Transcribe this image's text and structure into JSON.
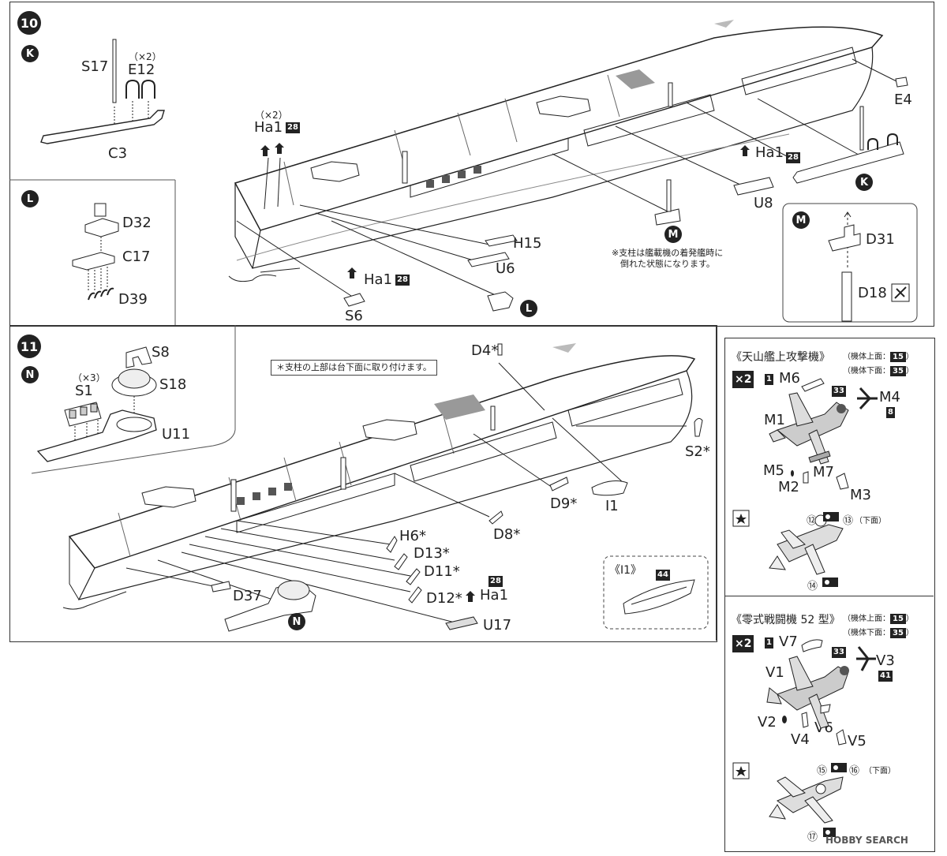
{
  "step10": {
    "number": "10",
    "sub_k": "K",
    "sub_l": "L",
    "sub_m": "M",
    "k_parts": {
      "s17": "S17",
      "x2": "（×2）",
      "e12": "E12",
      "c3": "C3"
    },
    "l_parts": {
      "d32": "D32",
      "c17": "C17",
      "d39": "D39"
    },
    "m_parts": {
      "d31": "D31",
      "d18": "D18"
    },
    "hull_labels": {
      "x2": "（×2）",
      "ha1_a": "Ha1",
      "box28_a": "28",
      "e4": "E4",
      "ha1_b": "Ha1",
      "box28_b": "28",
      "u8": "U8",
      "h15": "H15",
      "u6": "U6",
      "ha1_c": "Ha1",
      "box28_c": "28",
      "s6": "S6",
      "note_line1": "※支柱は艦載機の着発艦時に",
      "note_line2": "倒れた状態になります。"
    }
  },
  "step11": {
    "number": "11",
    "sub_n": "N",
    "n_parts": {
      "s8": "S8",
      "x3": "（×3）",
      "s1": "S1",
      "s18": "S18",
      "u11": "U11"
    },
    "note": "＊支柱の上部は台下面に取り付けます。",
    "labels": {
      "d4": "D4*",
      "s2": "S2*",
      "d9": "D9*",
      "i1": "I1",
      "d8": "D8*",
      "h6": "H6*",
      "d13": "D13*",
      "d11": "D11*",
      "d12": "D12*",
      "ha1": "Ha1",
      "box28": "28",
      "u17": "U17",
      "d37": "D37"
    },
    "inset": {
      "title": "《I1》",
      "box44": "44"
    }
  },
  "tenzan": {
    "title": "《天山艦上攻撃機》",
    "upper": "（機体上面：",
    "upper_num": "15",
    "close1": "）",
    "lower": "（機体下面：",
    "lower_num": "35",
    "close2": "）",
    "x2": "×2",
    "box1": "1",
    "m6": "M6",
    "box33": "33",
    "m4": "M4",
    "box8": "8",
    "m1": "M1",
    "m5": "M5",
    "m2": "M2",
    "m7": "M7",
    "m3": "M3",
    "d12": "⑫",
    "d13": "⑬",
    "under": "（下面）",
    "d14": "⑭"
  },
  "zero": {
    "title": "《零式戦闘機 52 型》",
    "upper": "（機体上面：",
    "upper_num": "15",
    "close1": "）",
    "lower": "（機体下面：",
    "lower_num": "35",
    "close2": "）",
    "x2": "×2",
    "box1": "1",
    "v7": "V7",
    "box33": "33",
    "v3": "V3",
    "box41": "41",
    "v1": "V1",
    "v2": "V2",
    "v4": "V4",
    "v6": "V6",
    "v5": "V5",
    "d15": "⑮",
    "d16": "⑯",
    "under": "（下面）",
    "d17": "⑰"
  },
  "watermark": "HOBBY SEARCH"
}
